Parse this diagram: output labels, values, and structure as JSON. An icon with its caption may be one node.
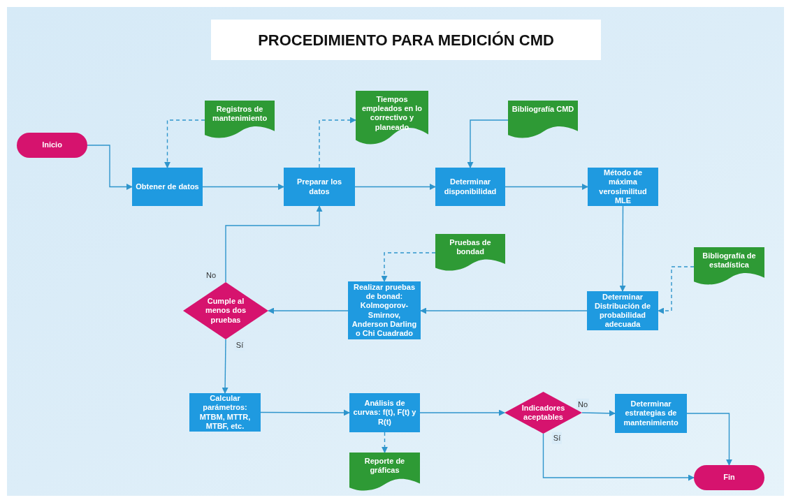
{
  "diagram": {
    "title": "PROCEDIMIENTO PARA MEDICIÓN CMD",
    "nodes": [
      {
        "text": [
          "Inicio"
        ]
      },
      {
        "text": [
          "Registros de mantenimiento"
        ]
      },
      {
        "text": [
          "Obtener de datos"
        ]
      },
      {
        "text": [
          "Preparar los datos"
        ]
      },
      {
        "text": [
          "Tiempos empleados en lo correctivo y planeado"
        ]
      },
      {
        "text": [
          "Bibliografía CMD"
        ]
      },
      {
        "text": [
          "Determinar disponibilidad"
        ]
      },
      {
        "text": [
          "Método de máxima verosimilitud MLE"
        ]
      },
      {
        "text": [
          "Pruebas de bondad"
        ]
      },
      {
        "text": [
          "Bibliografía de estadística"
        ]
      },
      {
        "text": [
          "Cumple al menos dos pruebas"
        ]
      },
      {
        "text": [
          "Realizar pruebas de bonad: Kolmogorov-Smirnov, Anderson Darling o Chi Cuadrado"
        ]
      },
      {
        "text": [
          "Determinar Distribución de probabilidad adecuada"
        ]
      },
      {
        "text": [
          "Calcular parámetros: MTBM, MTTR, MTBF, etc."
        ]
      },
      {
        "text": [
          "Análisis de curvas: f(t), F(t) y R(t)"
        ]
      },
      {
        "text": [
          "Indicadores aceptables"
        ]
      },
      {
        "text": [
          "Determinar estrategias de mantenimiento"
        ]
      },
      {
        "text": [
          "Reporte de gráficas"
        ]
      },
      {
        "text": [
          "Fin"
        ]
      }
    ],
    "edges": [
      {
        "from": 0,
        "to": 2,
        "arrow": "to"
      },
      {
        "from": 1,
        "to": 2,
        "arrow": "to",
        "style": "dashed"
      },
      {
        "from": 2,
        "to": 3,
        "arrow": "to"
      },
      {
        "from": 3,
        "to": 4,
        "arrow": "to",
        "style": "dashed"
      },
      {
        "from": 3,
        "to": 6,
        "arrow": "to"
      },
      {
        "from": 5,
        "to": 6,
        "arrow": "to"
      },
      {
        "from": 6,
        "to": 7,
        "arrow": "to"
      },
      {
        "from": 7,
        "to": 12,
        "arrow": "to"
      },
      {
        "from": 9,
        "to": 12,
        "arrow": "to",
        "style": "dashed"
      },
      {
        "from": 8,
        "to": 11,
        "arrow": "to",
        "style": "dashed"
      },
      {
        "from": 12,
        "to": 11,
        "arrow": "to"
      },
      {
        "from": 11,
        "to": 10,
        "arrow": "to"
      },
      {
        "from": 10,
        "to": 3,
        "arrow": "to",
        "label": "No"
      },
      {
        "from": 10,
        "to": 13,
        "arrow": "to",
        "label": "Sí"
      },
      {
        "from": 13,
        "to": 14,
        "arrow": "to"
      },
      {
        "from": 14,
        "to": 17,
        "arrow": "to",
        "style": "dashed"
      },
      {
        "from": 14,
        "to": 15,
        "arrow": "to"
      },
      {
        "from": 15,
        "to": 16,
        "arrow": "to",
        "label": "No"
      },
      {
        "from": 15,
        "to": 18,
        "arrow": "to",
        "label": "Sí"
      },
      {
        "from": 16,
        "to": 18,
        "arrow": "to"
      }
    ]
  }
}
